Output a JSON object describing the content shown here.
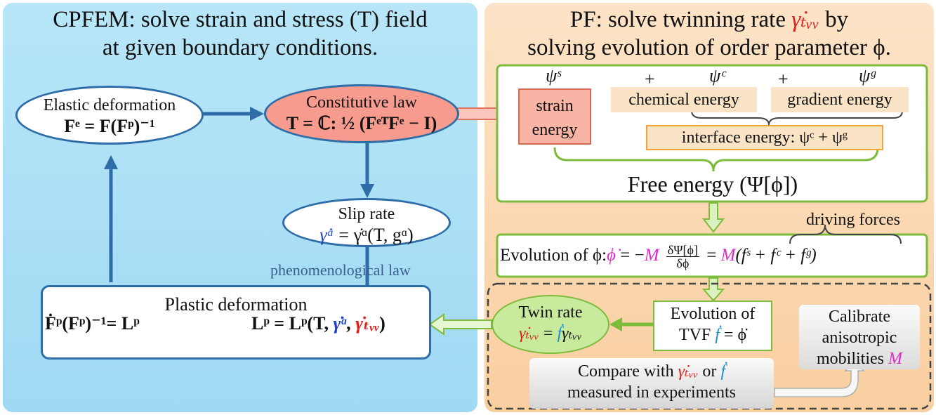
{
  "left_panel": {
    "title_line1": "CPFEM: solve strain and stress (T) field",
    "title_line2": "at given boundary conditions.",
    "elastic": {
      "label": "Elastic deformation",
      "formula": "Fᵉ = F(Fᵖ)⁻¹"
    },
    "constitutive": {
      "label": "Constitutive law",
      "formula": "T = ℂ: ½ (FᵉᵀFᵉ − I)"
    },
    "slip": {
      "label": "Slip rate",
      "formula_lhs": "γ̇ᵅ",
      "formula_rhs": " = γ̇ᵅ(T, gᵅ)"
    },
    "phenom_label": "phenomenological law",
    "plastic": {
      "label": "Plastic deformation",
      "formula_left": "Ḟᵖ(Fᵖ)⁻¹= Lᵖ",
      "formula_right_a": "Lᵖ = Lᵖ(T, ",
      "formula_right_gamma": "γ̇ᵅ",
      "formula_right_sep": ", ",
      "formula_right_tw": "γ̇ₜᵥᵥ",
      "formula_right_end": ")"
    }
  },
  "right_panel": {
    "title_a": "PF: solve twinning rate ",
    "title_gamma": "γ̇ₜᵥᵥ",
    "title_b": " by",
    "title_line2": "solving evolution of order parameter ϕ.",
    "psi_s": "ψˢ",
    "plus1": "+",
    "psi_c": "ψᶜ",
    "plus2": "+",
    "psi_g": "ψᵍ",
    "strain_energy": "strain energy",
    "chemical_energy": "chemical energy",
    "gradient_energy": "gradient energy",
    "interface_energy": "interface energy: ψᶜ + ψᵍ",
    "free_energy": "Free energy (Ψ[ϕ])",
    "driving_forces": "driving forces",
    "evolution": {
      "prefix": "Evolution of ϕ:",
      "phidot": "ϕ̇",
      "eq1": " = −",
      "M1": "M",
      "frac_num": "δΨ[ϕ]",
      "frac_den": "δϕ",
      "eq2": " = ",
      "M2": "M",
      "tail": "(fˢ + fᶜ + fᵍ)"
    },
    "twin_rate": {
      "label": "Twin rate",
      "gamma": "γ̇ₜᵥᵥ",
      "eq": " = ",
      "fdot": "ḟ",
      "tail": "γₜᵥᵥ"
    },
    "tvf": {
      "line1": "Evolution of",
      "line2_a": "TVF ",
      "fdot": "ḟ",
      "line2_b": " = ϕ̇"
    },
    "calibrate": {
      "line1": "Calibrate",
      "line2": "anisotropic",
      "line3_a": "mobilities ",
      "M": "M"
    },
    "compare": {
      "line1_a": "Compare with ",
      "gamma": "γ̇ₜᵥᵥ",
      "line1_b": " or ",
      "fdot": "ḟ",
      "line2": "measured in experiments"
    }
  },
  "colors": {
    "left_bg": "#9fd9f3",
    "right_bg": "#f9cfa0",
    "arrow_blue": "#2f6da8",
    "green": "#7dbb3c",
    "twin_fill": "#c8ea9c",
    "constitutive_fill": "#f79b8f",
    "strain_fill": "#f8b4a4",
    "energy_fill": "#fbe4c6",
    "interface_border": "#f0a53a",
    "red": "#e0201b",
    "blue": "#1d3fd0",
    "magenta": "#e028c8"
  }
}
